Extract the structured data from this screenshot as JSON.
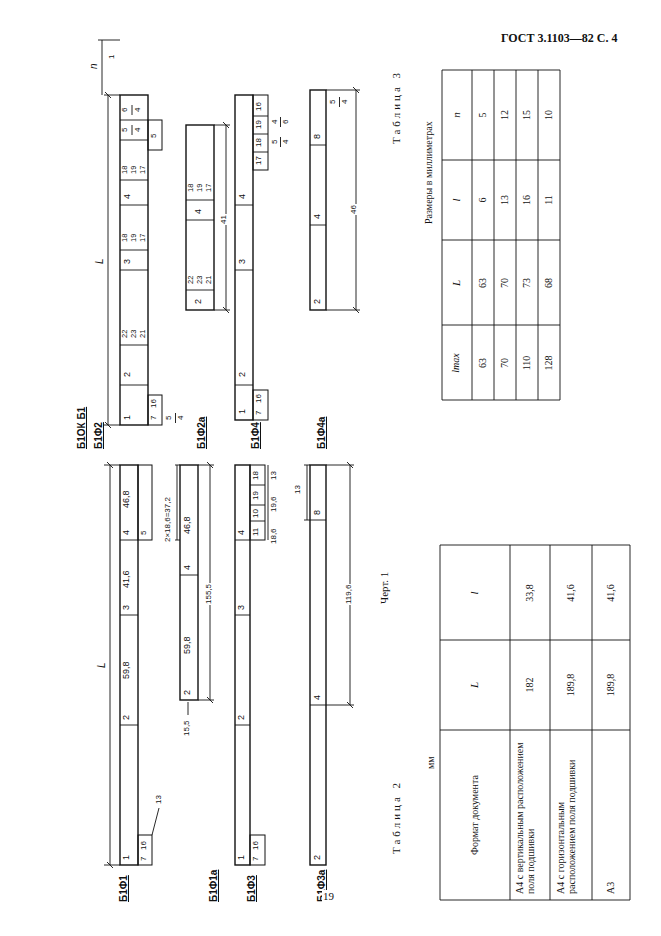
{
  "diagram": {
    "caption": "Черт. 1",
    "labels": [
      "ГОСТ 3.1103—82 С. 4",
      "19",
      "Б1Ф1",
      "L",
      "1",
      "2",
      "59,8",
      "3",
      "41,6",
      "4",
      "46,8",
      "7",
      "16",
      "5",
      "13",
      "Б1Ф1а",
      "2×18,6=37,2",
      "15,5",
      "2",
      "59,8",
      "4",
      "46,8",
      "155,5",
      "Б1Ф3",
      "1",
      "2",
      "3",
      "4",
      "7",
      "16",
      "11",
      "10",
      "19",
      "18",
      "18,6",
      "19,6",
      "13",
      "Б1Ф3а",
      "2",
      "4",
      "8",
      "13",
      "119,6",
      "Б1ОК Б1",
      "Б1Ф2",
      "L",
      "n",
      "1",
      "1",
      "2",
      "22",
      "23",
      "21",
      "3",
      "18",
      "19",
      "17",
      "4",
      "18",
      "19",
      "17",
      "5",
      "4",
      "6",
      "4",
      "7",
      "16",
      "5",
      "5",
      "4",
      "Б1Ф2а",
      "2",
      "22",
      "23",
      "21",
      "4",
      "18",
      "19",
      "17",
      "41",
      "Б1Ф4",
      "1",
      "2",
      "3",
      "4",
      "7",
      "16",
      "17",
      "18",
      "19",
      "16",
      "5",
      "4",
      "4",
      "6",
      "Б1Ф4а",
      "2",
      "4",
      "8",
      "5",
      "4",
      "46",
      "Таблица 2",
      "мм",
      "Формат документа",
      "L",
      "l",
      "А4 с вертикальным расположением поля подшивки",
      "182",
      "33,8",
      "А4 с горизонтальным расположением поля подшивки",
      "189,8",
      "41,6",
      "А3",
      "189,8",
      "41,6",
      "Таблица 3",
      "Размеры в миллиметрах",
      "lmax",
      "L",
      "l",
      "n",
      "63",
      "63",
      "6",
      "5",
      "70",
      "70",
      "13",
      "12",
      "110",
      "73",
      "16",
      "15",
      "128",
      "68",
      "11",
      "10"
    ]
  }
}
